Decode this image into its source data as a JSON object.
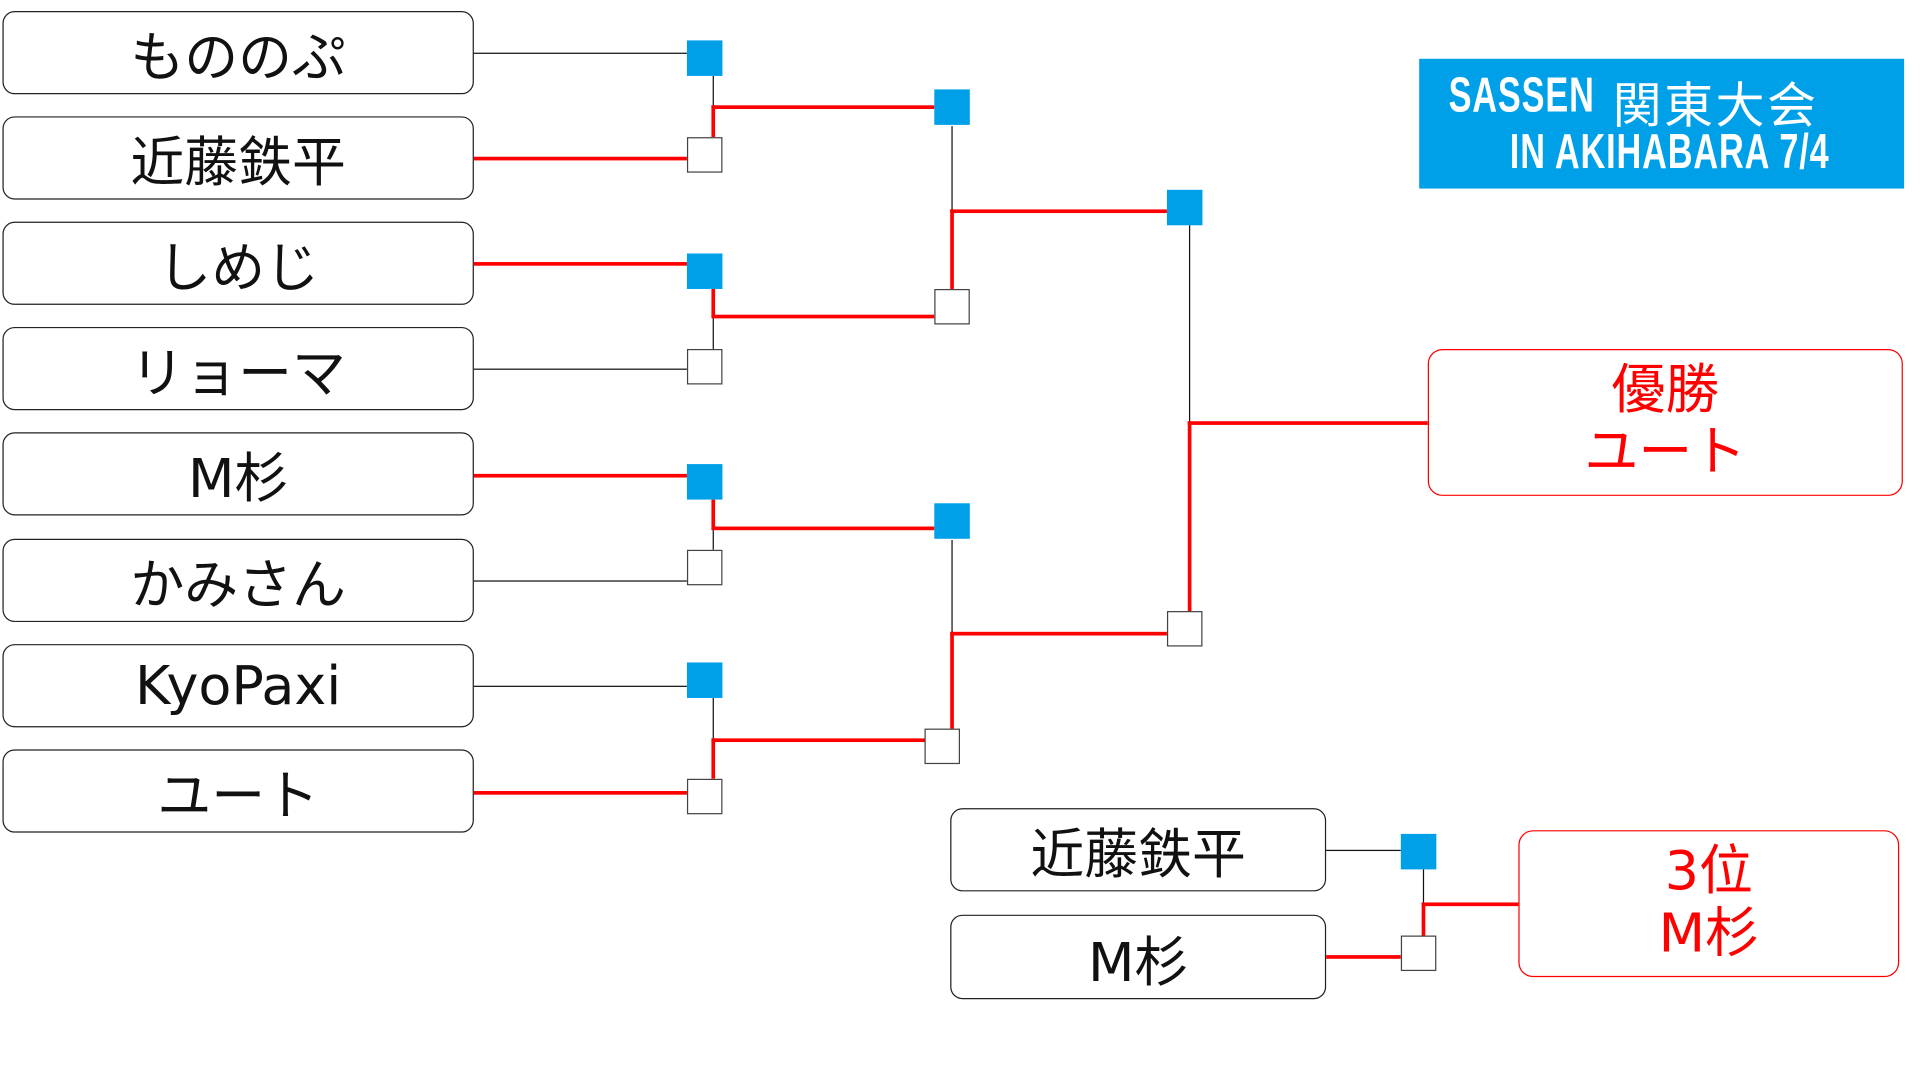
{
  "title": {
    "line1_en": "SASSEN",
    "line1_jp": "関東大会",
    "line2": "IN AKIHABARA 7/4",
    "color": "#00a0e9"
  },
  "entrants": [
    "もののぷ",
    "近藤鉄平",
    "しめじ",
    "リョーマ",
    "M杉",
    "かみさん",
    "KyoPaxi",
    "ユート"
  ],
  "champion": {
    "label": "優勝",
    "name": "ユート"
  },
  "third_place_match": {
    "players": [
      "近藤鉄平",
      "M杉"
    ],
    "label": "3位",
    "name": "M杉"
  },
  "colors": {
    "winner_line": "#ff0000",
    "winner_marker": "#00a0e9"
  }
}
